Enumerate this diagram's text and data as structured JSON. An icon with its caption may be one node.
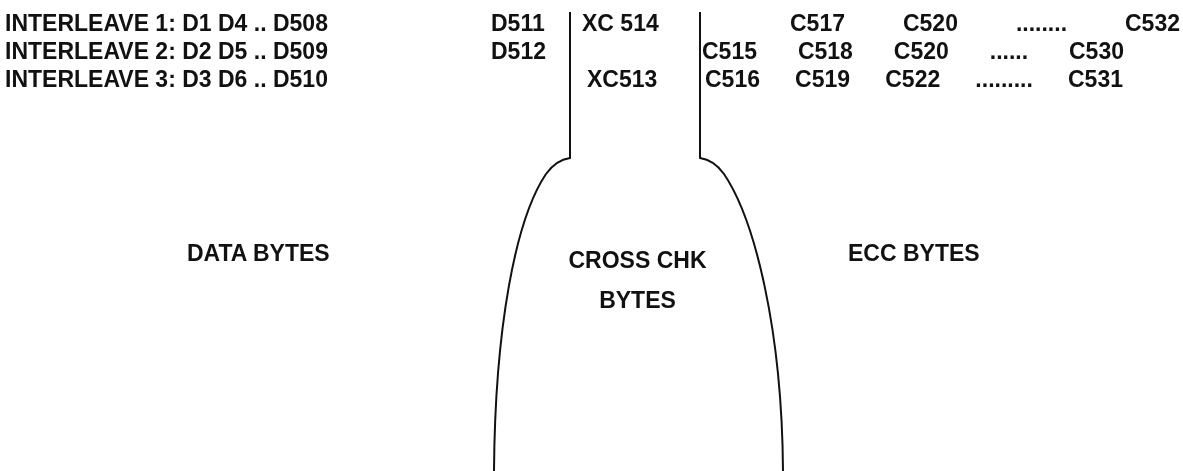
{
  "diagram": {
    "nodes": [
      {
        "text": [
          "XC 514",
          "XC513",
          "CROSS CHK BYTES"
        ]
      }
    ],
    "labels": [
      "INTERLEAVE 1: D1 D4 .. D508",
      "D511",
      "C517 C520 ........ C532",
      "INTERLEAVE 2: D2 D5 .. D509",
      "D512",
      "C515 C518 C520 ...... C530",
      "INTERLEAVE 3: D3 D6 .. D510",
      "C516 C519 C522 ......... C531",
      "DATA BYTES",
      "ECC BYTES"
    ]
  }
}
